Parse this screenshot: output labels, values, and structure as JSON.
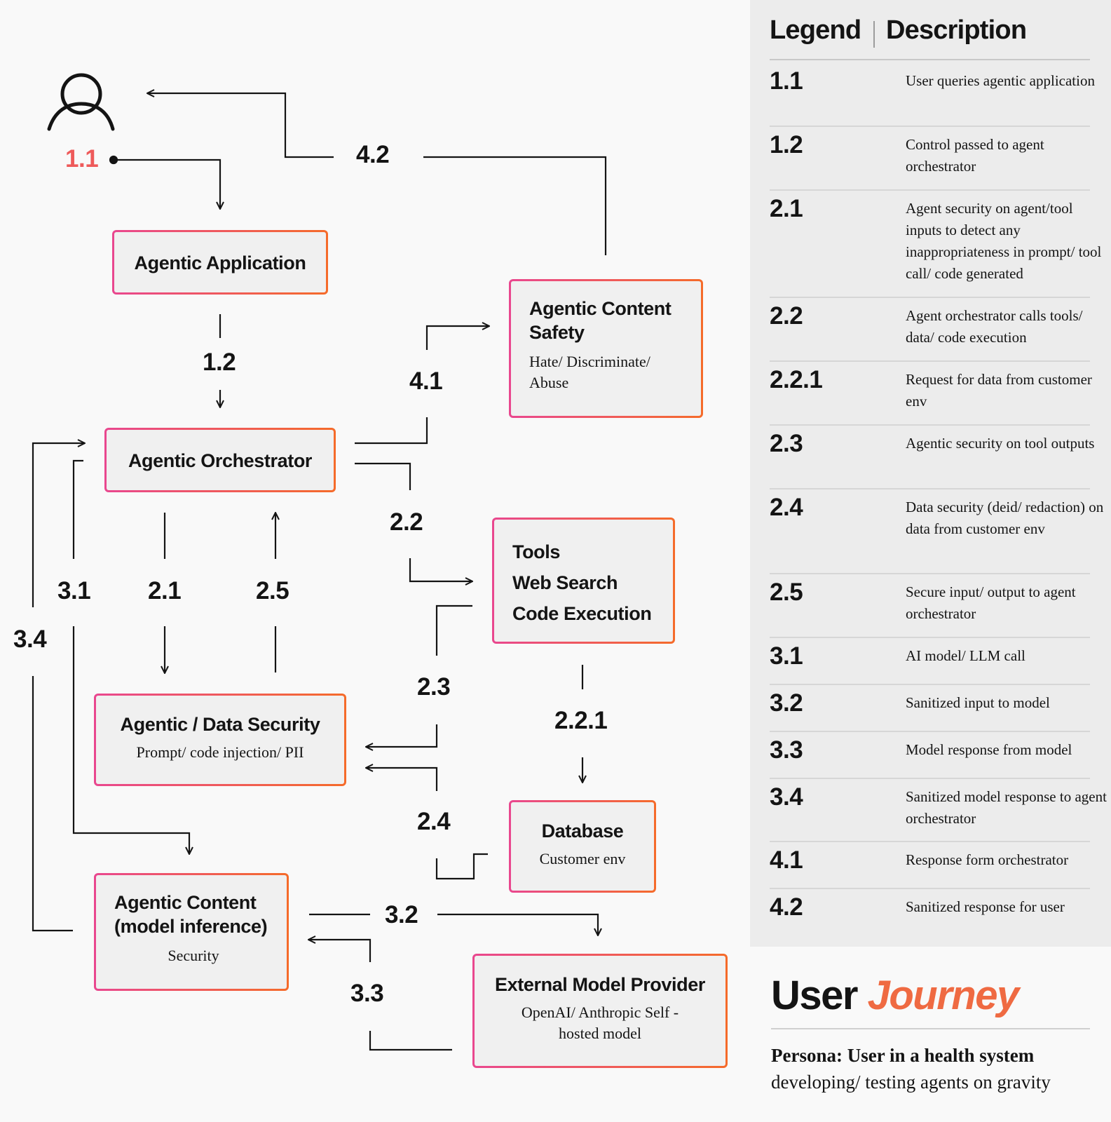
{
  "diagram": {
    "user_step": "1.1",
    "boxes": {
      "app": {
        "title": "Agentic Application"
      },
      "orchestrator": {
        "title": "Agentic Orchestrator"
      },
      "content_safety": {
        "title": "Agentic Content Safety",
        "subtitle": "Hate/ Discriminate/ Abuse"
      },
      "tools": {
        "lines": [
          "Tools",
          "Web Search",
          "Code Execution"
        ]
      },
      "data_security": {
        "title": "Agentic / Data Security",
        "subtitle": "Prompt/ code injection/ PII"
      },
      "database": {
        "title": "Database",
        "subtitle": "Customer env"
      },
      "model_inference": {
        "title": "Agentic Content (model inference)",
        "subtitle": "Security"
      },
      "external_provider": {
        "title": "External Model Provider",
        "subtitle": "OpenAI/ Anthropic Self - hosted model"
      }
    },
    "step_labels": {
      "s1_2": "1.2",
      "s2_1": "2.1",
      "s2_2": "2.2",
      "s2_2_1": "2.2.1",
      "s2_3": "2.3",
      "s2_4": "2.4",
      "s2_5": "2.5",
      "s3_1": "3.1",
      "s3_2": "3.2",
      "s3_3": "3.3",
      "s3_4": "3.4",
      "s4_1": "4.1",
      "s4_2": "4.2"
    }
  },
  "legend": {
    "heading": "Legend",
    "desc_heading": "Description",
    "rows": [
      {
        "step": "1.1",
        "desc": "User queries agentic application"
      },
      {
        "step": "1.2",
        "desc": "Control passed to agent orchestrator"
      },
      {
        "step": "2.1",
        "desc": "Agent security on agent/tool inputs to detect any inappropriateness in prompt/ tool call/ code generated"
      },
      {
        "step": "2.2",
        "desc": "Agent orchestrator calls tools/ data/ code execution"
      },
      {
        "step": "2.2.1",
        "desc": "Request for data from customer env"
      },
      {
        "step": "2.3",
        "desc": "Agentic security on tool outputs"
      },
      {
        "step": "2.4",
        "desc": "Data security (deid/ redaction) on data from customer env"
      },
      {
        "step": "2.5",
        "desc": "Secure input/ output to agent orchestrator"
      },
      {
        "step": "3.1",
        "desc": "AI model/ LLM call"
      },
      {
        "step": "3.2",
        "desc": "Sanitized input to model"
      },
      {
        "step": "3.3",
        "desc": "Model response from model"
      },
      {
        "step": "3.4",
        "desc": "Sanitized model response to agent orchestrator"
      },
      {
        "step": "4.1",
        "desc": "Response form orchestrator"
      },
      {
        "step": "4.2",
        "desc": "Sanitized response for user"
      }
    ]
  },
  "journey": {
    "title_plain": "User",
    "title_accent": "Journey",
    "persona_bold": "Persona: User in a health system",
    "persona_rest": "developing/ testing agents on gravity"
  },
  "colors": {
    "accent_pink": "#e9478f",
    "accent_orange": "#f56b2a",
    "label_red": "#ee5a5a",
    "title_accent": "#ef6a42"
  },
  "icons": {
    "user": "user-icon"
  }
}
